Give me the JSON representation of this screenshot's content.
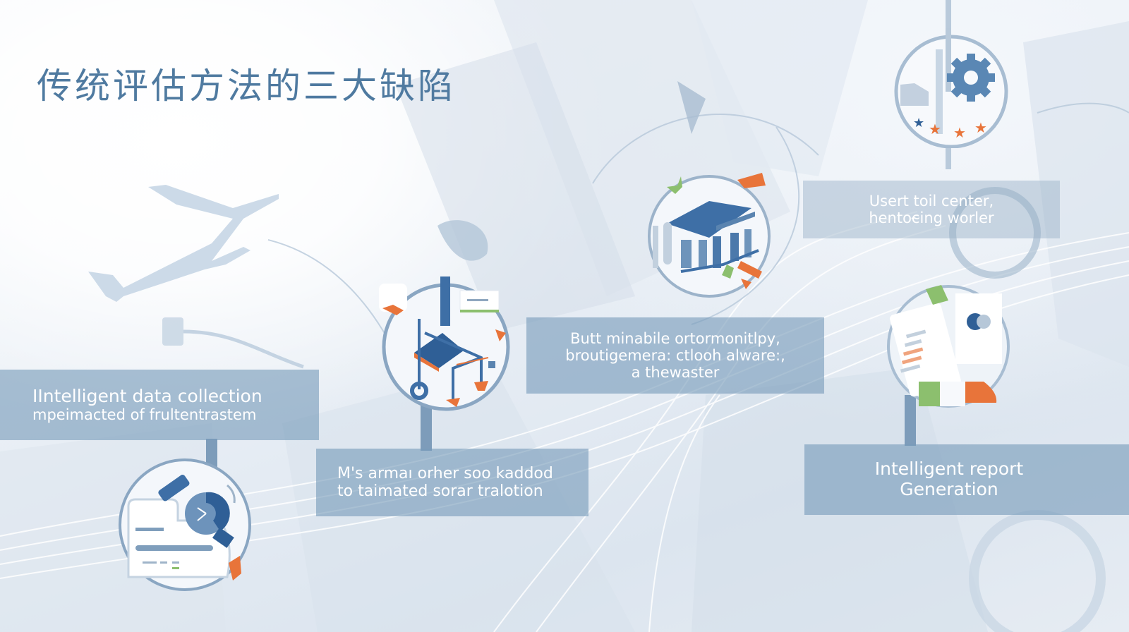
{
  "slide": {
    "title": "传统评估方法的三大缺陷",
    "colors": {
      "title": "#4f7aa0",
      "label_box": "#7a9bb9",
      "accent_blue": "#3e6fa6",
      "accent_orange": "#e8743a",
      "accent_green": "#8cbf6e",
      "background": "#e9eff6"
    }
  },
  "cards": [
    {
      "id": "data-collection",
      "icon": "search-document-icon",
      "lines": [
        "IIntelligent data collection",
        "mpeimacted of frultentrastem"
      ]
    },
    {
      "id": "analysis",
      "icon": "chart-network-icon",
      "lines": [
        "M's armaı orher soo kaddod",
        "to taimated sorar tralotion"
      ]
    },
    {
      "id": "monitoring",
      "icon": "building-icon",
      "lines": [
        "Butt minabile ortormonitlpy,",
        "broutigemera: ctlooh alware:,",
        "a thewaster"
      ]
    },
    {
      "id": "user-center",
      "icon": "gear-rating-icon",
      "lines": [
        "Usert toil center,",
        "hentoc̴ing worler"
      ]
    },
    {
      "id": "report-generation",
      "icon": "report-document-icon",
      "lines": [
        "Intelligent report",
        "Generation"
      ]
    }
  ],
  "decor": {
    "background_motif": "airplane-icon"
  }
}
